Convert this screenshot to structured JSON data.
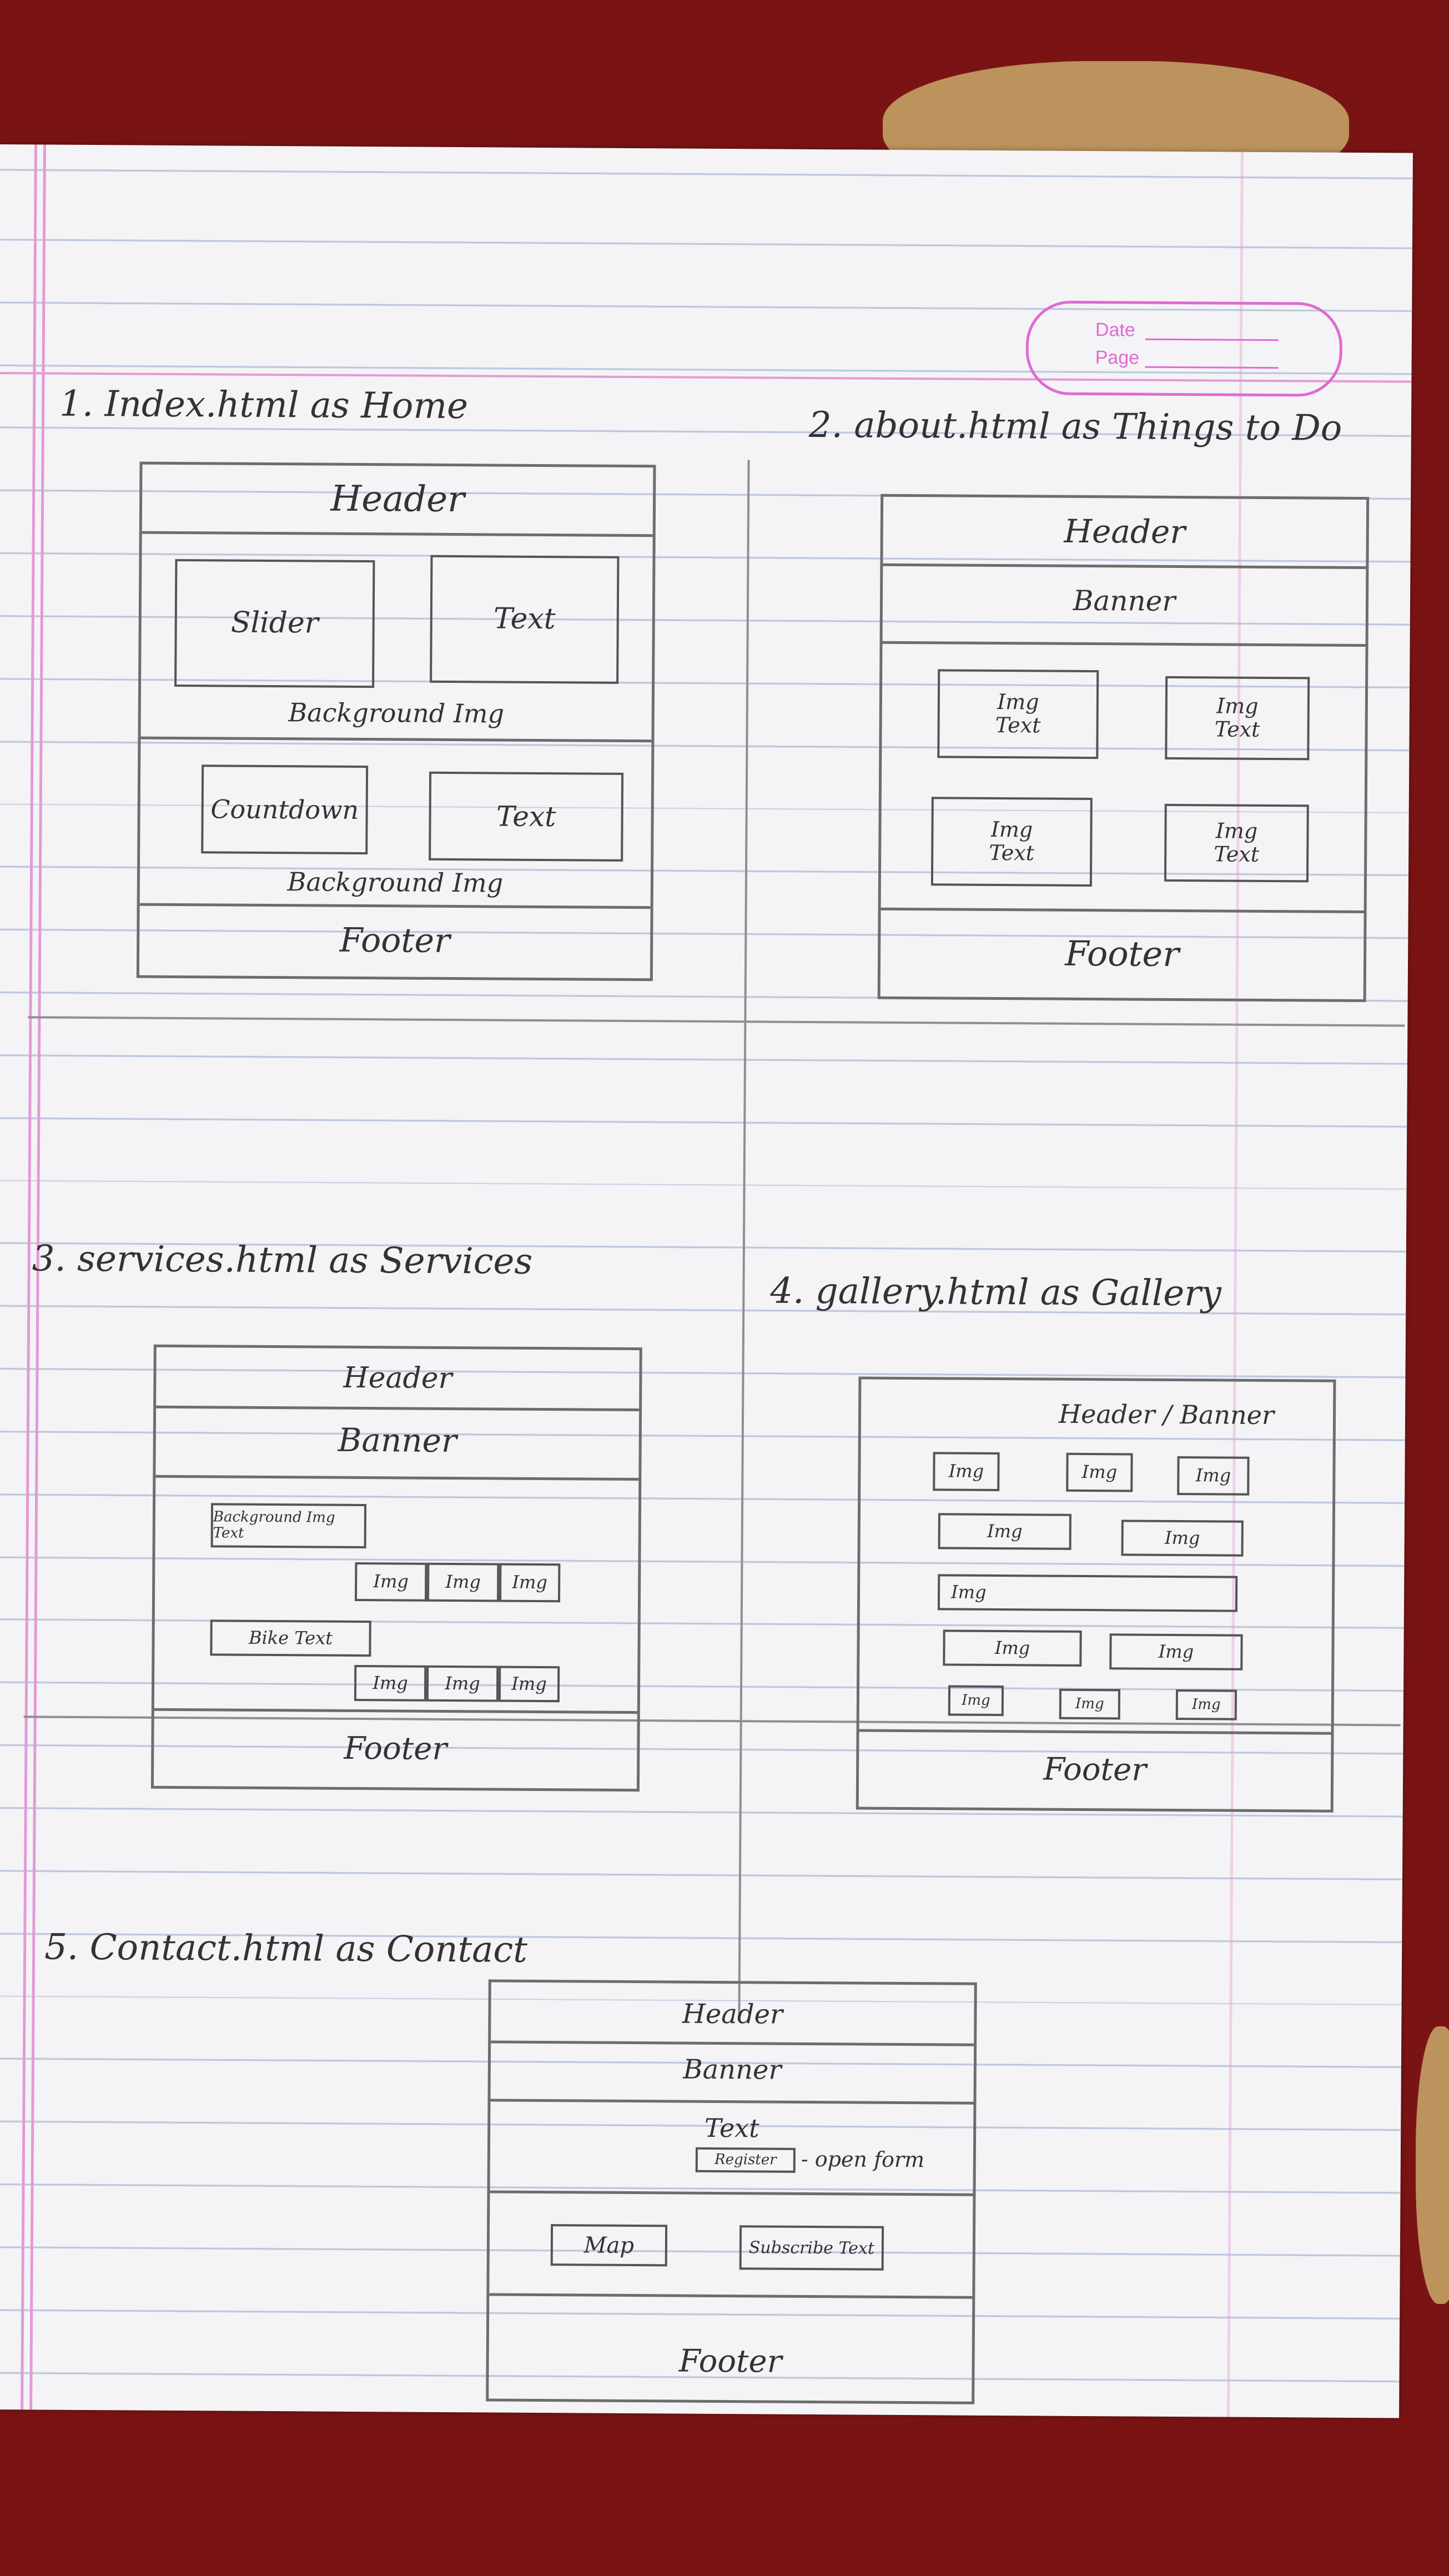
{
  "stamp": {
    "date_label": "Date",
    "page_label": "Page"
  },
  "sections": {
    "home": {
      "title": "1. Index.html as Home",
      "header": "Header",
      "slider": "Slider",
      "text1": "Text",
      "bg1": "Background Img",
      "countdown": "Countdown",
      "text2": "Text",
      "bg2": "Background Img",
      "footer": "Footer"
    },
    "about": {
      "title": "2. about.html as Things to Do",
      "header": "Header",
      "banner": "Banner",
      "cards": [
        {
          "img": "Img",
          "text": "Text"
        },
        {
          "img": "Img",
          "text": "Text"
        },
        {
          "img": "Img",
          "text": "Text"
        },
        {
          "img": "Img",
          "text": "Text"
        }
      ],
      "footer": "Footer"
    },
    "services": {
      "title": "3. services.html as Services",
      "header": "Header",
      "banner": "Banner",
      "bg_text": "Background Img Text",
      "imgs": [
        "Img",
        "Img",
        "Img"
      ],
      "bike_text": "Bike Text",
      "imgs2": [
        "Img",
        "Img",
        "Img"
      ],
      "footer": "Footer"
    },
    "gallery": {
      "title": "4. gallery.html as Gallery",
      "header": "Header / Banner",
      "row1": [
        "Img",
        "Img",
        "Img"
      ],
      "row2": [
        "Img",
        "Img"
      ],
      "row3": [
        "Img"
      ],
      "row4": [
        "Img",
        "Img"
      ],
      "row5": [
        "Img",
        "Img",
        "Img"
      ],
      "footer": "Footer"
    },
    "contact": {
      "title": "5. Contact.html as Contact",
      "header": "Header",
      "banner": "Banner",
      "text": "Text",
      "register": "Register",
      "register_note": "- open form",
      "map": "Map",
      "subscribe": "Subscribe Text",
      "footer": "Footer"
    }
  }
}
